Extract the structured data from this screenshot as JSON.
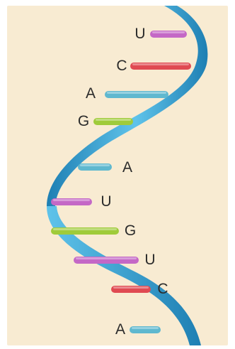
{
  "colors": {
    "panel": "#F8EBD2",
    "strand_light": "#5FC3EA",
    "strand_dark": "#1E7FB3",
    "U": "#C468C6",
    "C": "#E04A52",
    "A": "#5FB8CF",
    "G": "#9FCB3A"
  },
  "bases": [
    {
      "letter": "U",
      "side": "left"
    },
    {
      "letter": "C",
      "side": "left"
    },
    {
      "letter": "A",
      "side": "left"
    },
    {
      "letter": "G",
      "side": "left"
    },
    {
      "letter": "A",
      "side": "right"
    },
    {
      "letter": "U",
      "side": "right"
    },
    {
      "letter": "G",
      "side": "right"
    },
    {
      "letter": "U",
      "side": "right"
    },
    {
      "letter": "C",
      "side": "right"
    },
    {
      "letter": "A",
      "side": "left"
    }
  ]
}
